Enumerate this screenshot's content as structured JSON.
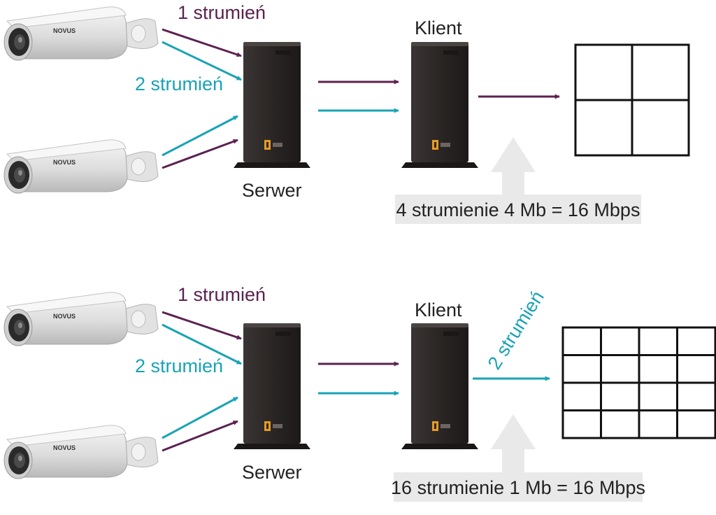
{
  "colors": {
    "purple": "#5b2150",
    "teal": "#18a3b5",
    "server_body": "#2b2726",
    "grid": "#111111",
    "bandwidth_box": "#e9e9e9",
    "label_text": "#222222"
  },
  "camera_brand": "NOVUS",
  "scenarios": [
    {
      "stream1_label": "1 strumień",
      "stream2_label": "2 strumień",
      "server_label": "Serwer",
      "client_label": "Klient",
      "output_stream_label": "",
      "bandwidth_label": "4 strumienie 4 Mb = 16 Mbps",
      "monitor_grid": {
        "rows": 2,
        "cols": 2
      }
    },
    {
      "stream1_label": "1 strumień",
      "stream2_label": "2 strumień",
      "server_label": "Serwer",
      "client_label": "Klient",
      "output_stream_label": "2 strumień",
      "bandwidth_label": "16 strumienie 1 Mb = 16 Mbps",
      "monitor_grid": {
        "rows": 4,
        "cols": 4
      }
    }
  ]
}
